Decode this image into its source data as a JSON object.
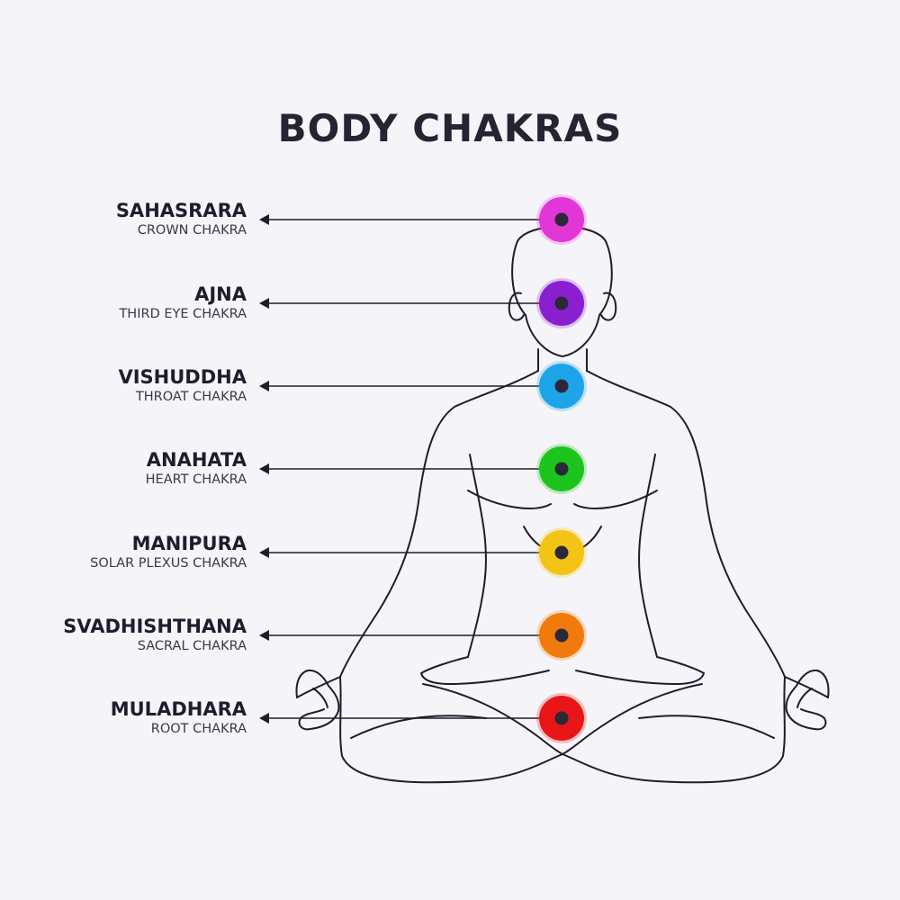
{
  "title": "BODY CHAKRAS",
  "chakras": [
    {
      "name": "SAHASRARA",
      "subtitle": "CROWN CHAKRA",
      "color": "#e236d6"
    },
    {
      "name": "AJNA",
      "subtitle": "THIRD EYE CHAKRA",
      "color": "#8a1fd0"
    },
    {
      "name": "VISHUDDHA",
      "subtitle": "THROAT CHAKRA",
      "color": "#1ea4e8"
    },
    {
      "name": "ANAHATA",
      "subtitle": "HEART CHAKRA",
      "color": "#1ec41e"
    },
    {
      "name": "MANIPURA",
      "subtitle": "SOLAR PLEXUS CHAKRA",
      "color": "#f4c415"
    },
    {
      "name": "SVADHISHTHANA",
      "subtitle": "SACRAL CHAKRA",
      "color": "#f27a0c"
    },
    {
      "name": "MULADHARA",
      "subtitle": "ROOT CHAKRA",
      "color": "#e81616"
    }
  ]
}
